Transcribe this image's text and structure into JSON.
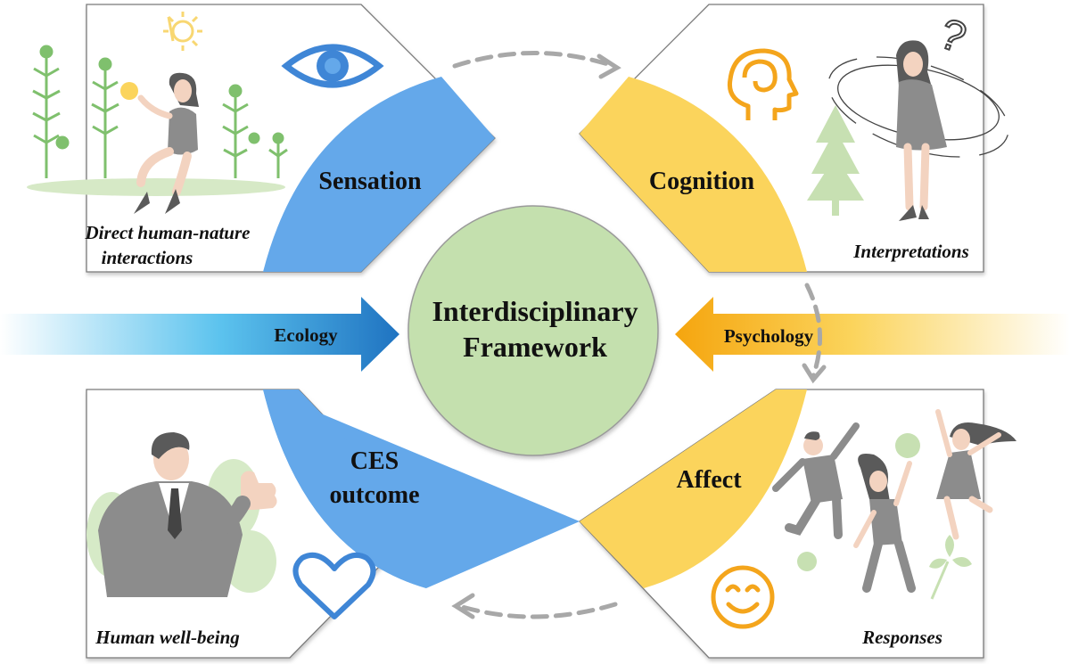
{
  "center": {
    "line1": "Interdisciplinary",
    "line2": "Framework"
  },
  "arrows": {
    "left": "Ecology",
    "right": "Psychology"
  },
  "quadrants": {
    "top_left": {
      "label": "Sensation",
      "caption_line1": "Direct human-nature",
      "caption_line2": "interactions",
      "icon": "eye-icon"
    },
    "top_right": {
      "label": "Cognition",
      "caption": "Interpretations",
      "icon": "brain-head-icon"
    },
    "bottom_left": {
      "label_line1": "CES",
      "label_line2": "outcome",
      "caption": "Human well-being",
      "icon": "heart-icon"
    },
    "bottom_right": {
      "label": "Affect",
      "caption": "Responses",
      "icon": "smiley-icon"
    }
  },
  "colors": {
    "blue": "#64a8ea",
    "yellow": "#fbd45c",
    "center_fill": "#c4e0ae",
    "arrow_blue": "#1f73c1",
    "arrow_orange": "#f5a50e",
    "dashed": "#a8a8a8",
    "icon_blue": "#3f86d6",
    "icon_orange": "#f4a51c",
    "plant": "#7fc06d",
    "figure_gray": "#8c8c8c"
  }
}
